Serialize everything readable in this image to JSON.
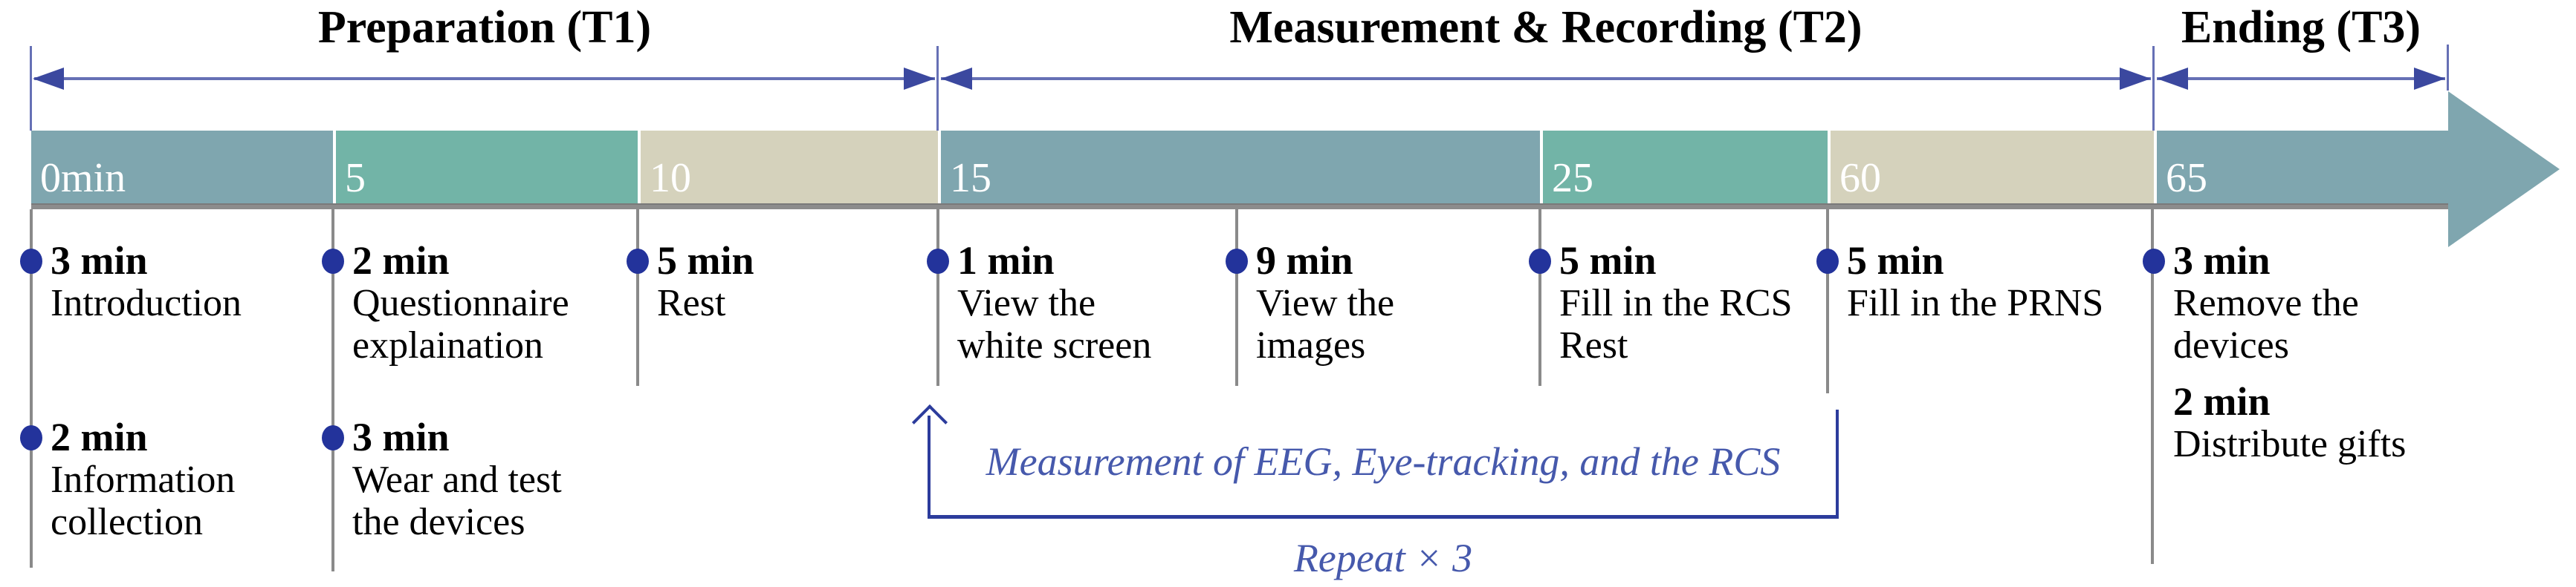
{
  "colors": {
    "teal-gray": "#7FA6AF",
    "teal-green": "#72B4A7",
    "beige": "#D5D2BC",
    "bar-underline": "#8C8C8C",
    "column-line": "#8A8A8A",
    "dot-navy": "#23339B",
    "dim-line": "#6670B5",
    "dim-head": "#3B489F",
    "annotation-blue": "#4659AC",
    "bracket-navy": "#2C3C9C",
    "time-label-white": "#FFFFFF",
    "text-black": "#000000"
  },
  "phases": [
    {
      "label": "Preparation (T1)"
    },
    {
      "label": "Measurement & Recording (T2)"
    },
    {
      "label": "Ending (T3)"
    }
  ],
  "timeline": {
    "segments": [
      {
        "time_label": "0min"
      },
      {
        "time_label": "5"
      },
      {
        "time_label": "10"
      },
      {
        "time_label": "15"
      },
      {
        "time_label": "25"
      },
      {
        "time_label": "60"
      },
      {
        "time_label": "65"
      }
    ]
  },
  "events": [
    {
      "duration": "3 min",
      "lines": [
        "Introduction"
      ]
    },
    {
      "duration": "2 min",
      "lines": [
        "Information",
        "collection"
      ]
    },
    {
      "duration": "2 min",
      "lines": [
        "Questionnaire",
        "explaination"
      ]
    },
    {
      "duration": "3 min",
      "lines": [
        "Wear and test",
        "the devices"
      ]
    },
    {
      "duration": "5 min",
      "lines": [
        "Rest"
      ]
    },
    {
      "duration": "1 min",
      "lines": [
        "View the",
        "white screen"
      ]
    },
    {
      "duration": "9 min",
      "lines": [
        "View the",
        "images"
      ]
    },
    {
      "duration": "5 min",
      "lines": [
        "Fill in the RCS",
        "Rest"
      ]
    },
    {
      "duration": "5 min",
      "lines": [
        "Fill in the PRNS"
      ]
    },
    {
      "duration": "3 min",
      "lines": [
        "Remove the",
        "devices"
      ]
    },
    {
      "duration": "2 min",
      "lines": [
        "Distribute gifts"
      ]
    }
  ],
  "annotation": {
    "measurement_label": "Measurement of EEG, Eye-tracking, and the RCS",
    "repeat_label": "Repeat × 3"
  }
}
